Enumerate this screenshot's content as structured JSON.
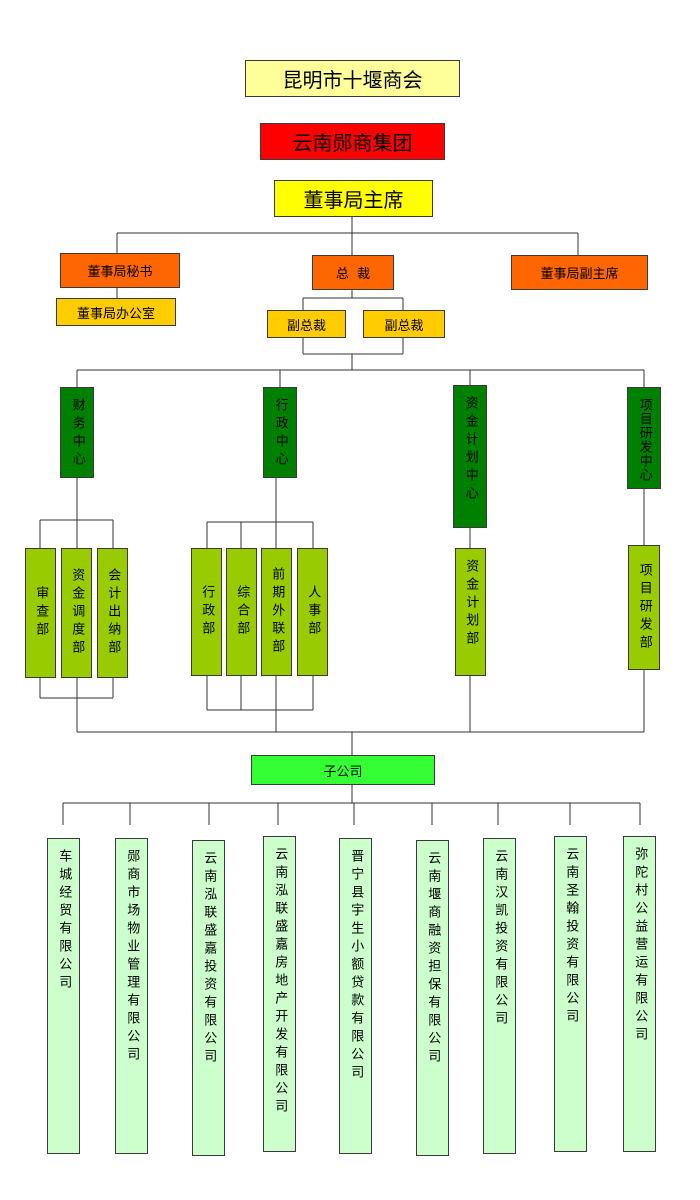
{
  "top": {
    "chamber": "昆明市十堰商会",
    "group": "云南郧商集团",
    "chairman": "董事局主席"
  },
  "leaders": {
    "secretary": "董事局秘书",
    "office": "董事局办公室",
    "president": "总  裁",
    "vice_chairman": "董事局副主席",
    "vp1": "副总裁",
    "vp2": "副总裁"
  },
  "centers": {
    "finance": "财务中心",
    "admin": "行政中心",
    "capital": "资金计划中心",
    "rnd": "项目研发中心"
  },
  "departments": {
    "audit": "审查部",
    "fund_dispatch": "资金调度部",
    "cashier": "会计出纳部",
    "administration": "行政部",
    "general": "综合部",
    "liaison": "前期外联部",
    "hr": "人事部",
    "capital_plan": "资金计划部",
    "project_rnd": "项目研发部"
  },
  "subsidiary_label": "子公司",
  "subsidiaries": [
    "车城经贸有限公司",
    "郧商市场物业管理有限公司",
    "云南泓联盛嘉投资有限公司",
    "云南泓联盛嘉房地产开发有限公司",
    "晋宁县宇生小额贷款有限公司",
    "云南堰商融资担保有限公司",
    "云南汉凯投资有限公司",
    "云南圣翰投资有限公司",
    "弥陀村公益营运有限公司"
  ]
}
